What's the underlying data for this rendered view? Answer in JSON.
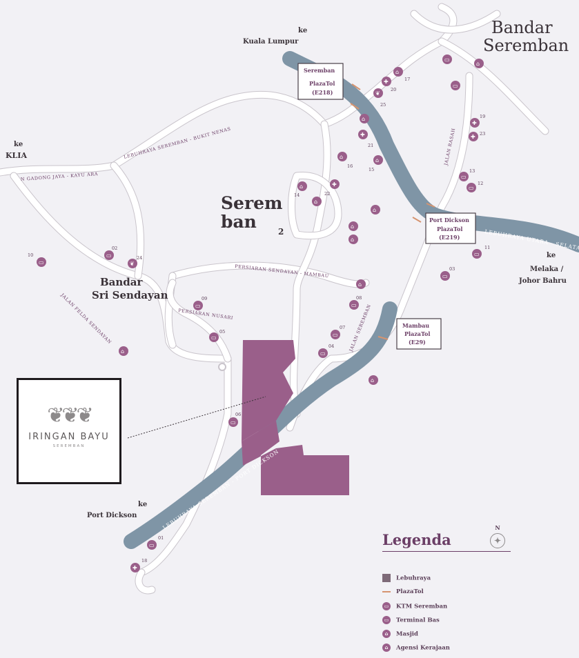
{
  "places": {
    "bandar_seremban_1": "Bandar",
    "bandar_seremban_2": "Seremban",
    "seremban_2_a": "Serem",
    "seremban_2_b": "ban",
    "seremban_2_c": "2",
    "bandar_sri_sendayan_1": "Bandar",
    "bandar_sri_sendayan_2": "Sri Sendayan"
  },
  "directions": {
    "kl_1": "ke",
    "kl_2": "Kuala Lumpur",
    "klia_1": "ke",
    "klia_2": "KLIA",
    "melaka_1": "ke",
    "melaka_2": "Melaka /",
    "melaka_3": "Johor Bahru",
    "pd_1": "ke",
    "pd_2": "Port Dickson"
  },
  "roads": {
    "lebuhraya_seremban_bukit_nenas": "LEBUHRAYA SEREMBAN - BUKIT NENAS",
    "gadong_jaya": "N GADONG JAYA - KAYU ARA",
    "jalan_rasah": "JALAN RASAH",
    "persiaran_senawang": "PERSIARAN SENDAYAN - MAMBAU",
    "persiaran_nusari": "PERSIARAN NUSARI",
    "jalan_felda": "JALAN FELDA SENDAYAN",
    "jalan_seremban": "JALAN SEREMBAN",
    "lebuhraya_utara_selatan": "LEBUHRAYA UTARA - SELATAN",
    "lebuhraya_seremban_pd": "LEBUHRAYA SEREMBAN - PORT DICKSON"
  },
  "tolls": {
    "seremban": {
      "l1": "Seremban",
      "l2": "PlazaTol",
      "l3": "(E218)"
    },
    "port_dickson": {
      "l1": "Port Dickson",
      "l2": "PlazaTol",
      "l3": "(E219)"
    },
    "mambau": {
      "l1": "Mambau",
      "l2": "PlazaTol",
      "l3": "(E29)"
    }
  },
  "poi_numbers": [
    "01",
    "02",
    "03",
    "04",
    "05",
    "06",
    "07",
    "08",
    "09",
    "10",
    "11",
    "12",
    "13",
    "14",
    "15",
    "16",
    "17",
    "18",
    "19",
    "20",
    "21",
    "22",
    "23",
    "24",
    "25"
  ],
  "logo": {
    "leaves": "❦❦❦",
    "name": "IRINGAN BAYU",
    "sub": "SEREMBAN"
  },
  "legend": {
    "title": "Legenda",
    "items": [
      "Lebuhraya",
      "PlazaTol",
      "KTM Seremban",
      "Terminal Bas",
      "Masjid",
      "Agensi Kerajaan"
    ]
  },
  "north": "N",
  "colors": {
    "highway": "#7f95a6",
    "site": "#9a5f8a",
    "accent": "#6b3e66",
    "toll": "#d6946f"
  }
}
